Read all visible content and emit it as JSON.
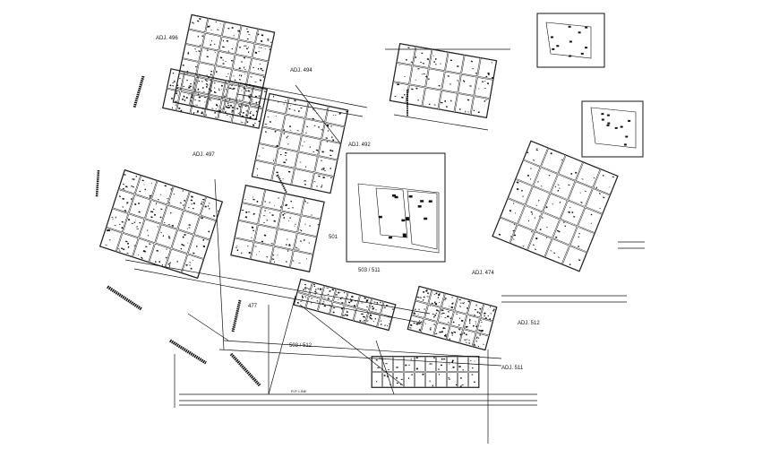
{
  "drawing": {
    "ink_color": "#111111",
    "paper_color": "#ffffff",
    "labels": {
      "adj_496": "ADJ. 496",
      "adj_494": "ADJ. 494",
      "adj_492": "ADJ. 492",
      "adj_497": "ADJ. 497",
      "adj_474": "ADJ. 474",
      "adj_512": "ADJ. 512",
      "adj_511": "ADJ. 511",
      "r501": "501",
      "r477": "477",
      "r503_512": "503 / 512",
      "r503_511": "503 / 511",
      "road_main": "R.P. LINE"
    }
  }
}
